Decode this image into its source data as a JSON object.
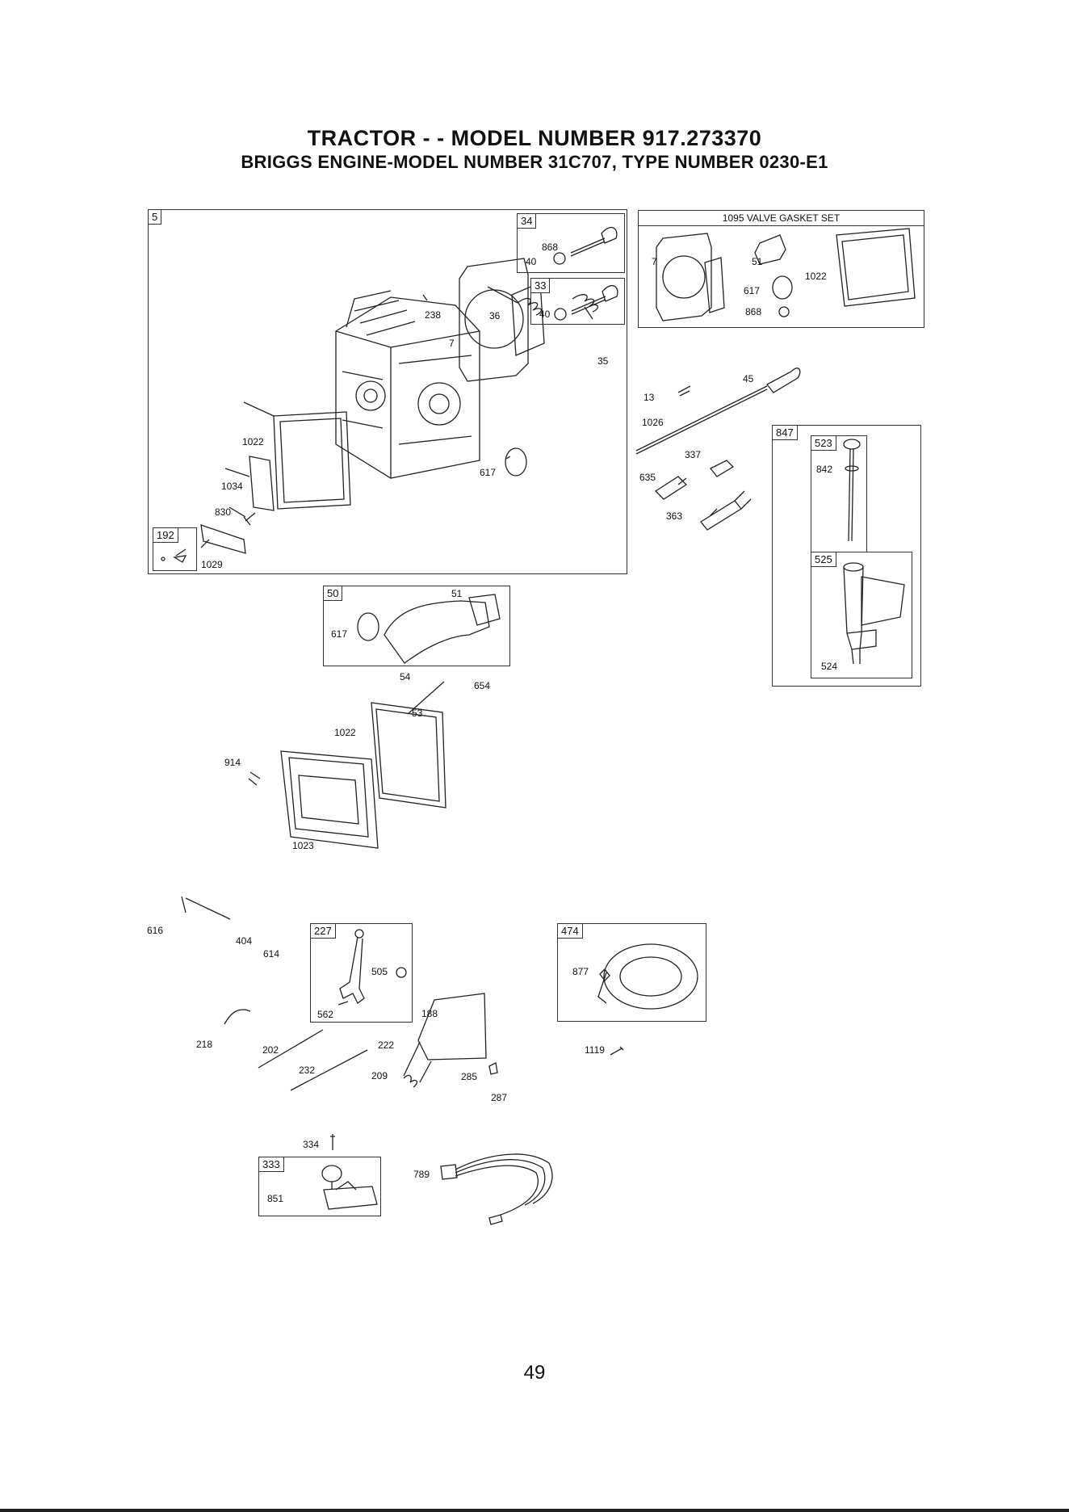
{
  "header": {
    "title": "TRACTOR - - MODEL NUMBER  917.273370",
    "subtitle": "BRIGGS ENGINE-MODEL NUMBER 31C707, TYPE NUMBER 0230-E1"
  },
  "boxes": {
    "b5": "5",
    "b34": "34",
    "b33": "33",
    "b192": "192",
    "b1095": "1095 VALVE GASKET SET",
    "b847": "847",
    "b523": "523",
    "b525": "525",
    "b50": "50",
    "b227": "227",
    "b474": "474",
    "b333": "333"
  },
  "labels": {
    "l868a": "868",
    "l40a": "40",
    "l40b": "40",
    "l238": "238",
    "l36": "36",
    "l7a": "7",
    "l35": "35",
    "l1022a": "1022",
    "l617a": "617",
    "l1034": "1034",
    "l830": "830",
    "l1029": "1029",
    "l7b": "7",
    "l51a": "51",
    "l617b": "617",
    "l1022b": "1022",
    "l868b": "868",
    "l45": "45",
    "l13": "13",
    "l1026": "1026",
    "l337": "337",
    "l635": "635",
    "l363": "363",
    "l842": "842",
    "l524": "524",
    "l617c": "617",
    "l51b": "51",
    "l54": "54",
    "l654": "654",
    "l53": "53",
    "l1022c": "1022",
    "l914": "914",
    "l1023": "1023",
    "l616": "616",
    "l404": "404",
    "l614": "614",
    "l505": "505",
    "l562": "562",
    "l188": "188",
    "l218": "218",
    "l202": "202",
    "l222": "222",
    "l232": "232",
    "l209": "209",
    "l285": "285",
    "l287": "287",
    "l877": "877",
    "l1119": "1119",
    "l334": "334",
    "l851": "851",
    "l789": "789"
  },
  "page": {
    "number": "49"
  }
}
